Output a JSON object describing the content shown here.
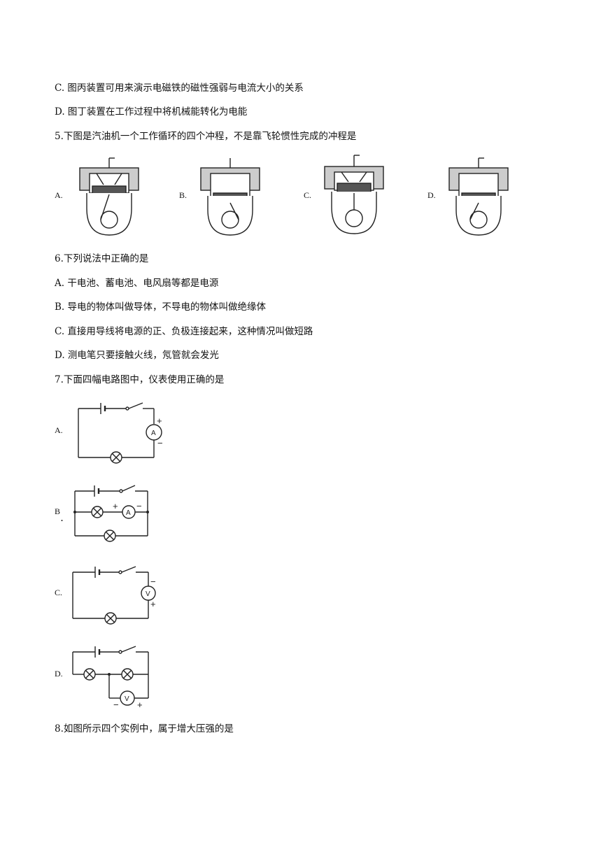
{
  "lines": {
    "l1": "C.  图丙装置可用来演示电磁铁的磁性强弱与电流大小的关系",
    "l2": "D.  图丁装置在工作过程中将机械能转化为电能",
    "q5": "5.下图是汽油机一个工作循环的四个冲程，不是靠飞轮惯性完成的冲程是",
    "q6": "6.下列说法中正确的是",
    "q6a": "A.  干电池、蓄电池、电风扇等都是电源",
    "q6b": "B.  导电的物体叫做导体，不导电的物体叫做绝缘体",
    "q6c": "C.  直接用导线将电源的正、负极连接起来，这种情况叫做短路",
    "q6d": "D.  测电笔只要接触火线，氖管就会发光",
    "q7": "7.下面四幅电路图中，仪表使用正确的是",
    "q8": "8.如图所示四个实例中，属于增大压强的是"
  },
  "q5_options": {
    "a": "A.",
    "b": "B.",
    "c": "C.",
    "d": "D."
  },
  "q7_options": {
    "a": "A.",
    "b": "B",
    "b_dot": ".",
    "c": "C.",
    "d": "D."
  },
  "symbols": {
    "ammeter": "A",
    "voltmeter": "V",
    "plus": "+",
    "minus": "−"
  }
}
